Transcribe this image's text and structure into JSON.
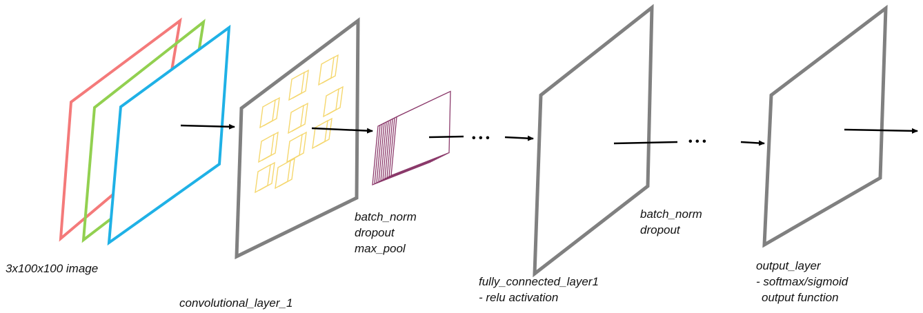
{
  "diagram": {
    "colors": {
      "input_red": "#f47a7a",
      "input_green": "#92d050",
      "input_blue": "#1fb1e6",
      "layer_gray": "#808080",
      "filter_yellow": "#f5d76e",
      "pool_stack": "#8b3a6b",
      "arrow": "#000000"
    },
    "input_label": "3x100x100 image",
    "conv_label": "convolutional_layer_1",
    "pool_ops": [
      "batch_norm",
      "dropout",
      "max_pool"
    ],
    "fc_label": {
      "title": "fully_connected_layer1",
      "detail": "- relu activation"
    },
    "fc_ops": [
      "batch_norm",
      "dropout"
    ],
    "output_label": {
      "title": "output_layer",
      "detail1": "- softmax/sigmoid",
      "detail2": "output function"
    },
    "ellipsis": "• • •"
  }
}
